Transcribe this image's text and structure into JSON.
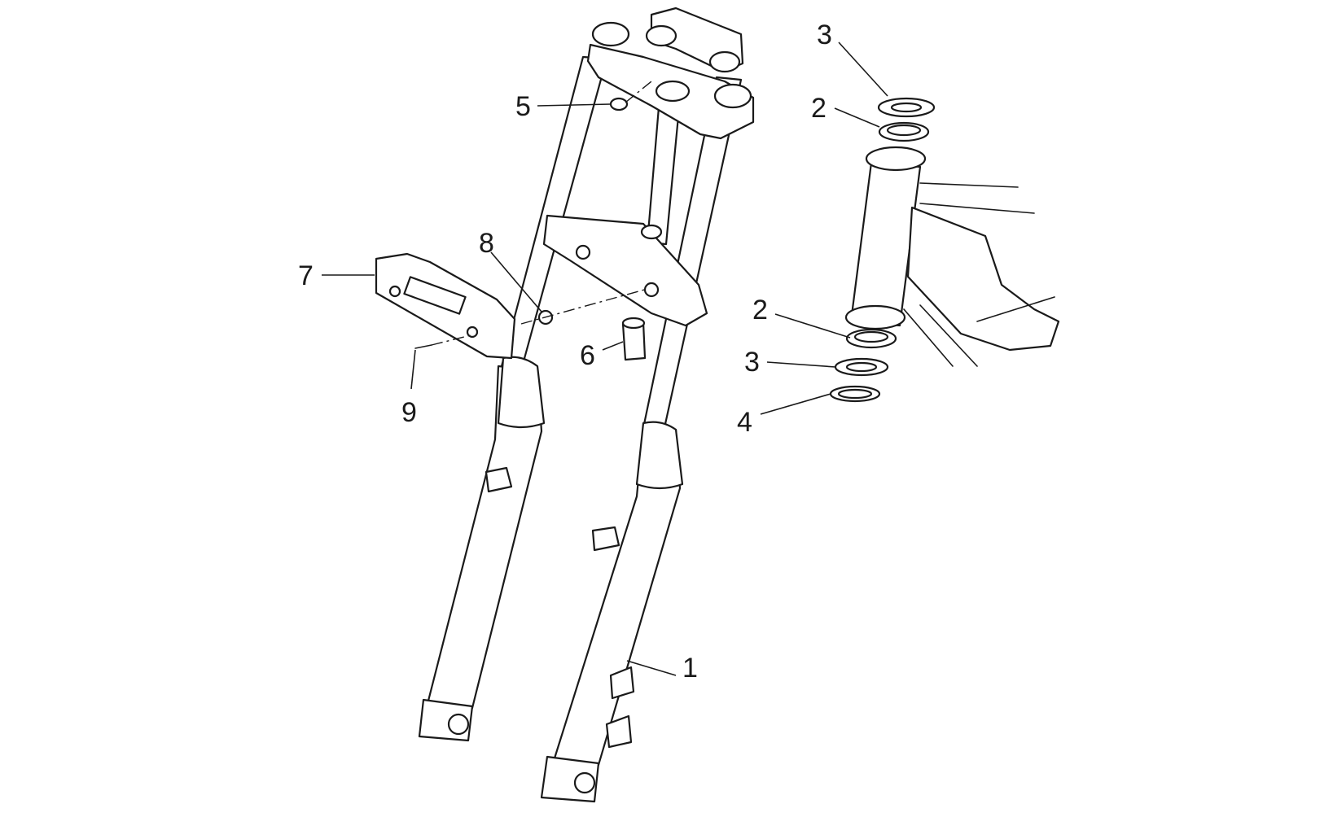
{
  "diagram": {
    "callouts": [
      {
        "id": "fork-assembly",
        "label": "1"
      },
      {
        "id": "bearing-upper",
        "label": "2"
      },
      {
        "id": "dust-seal-upper",
        "label": "3"
      },
      {
        "id": "bearing-lower",
        "label": "2"
      },
      {
        "id": "dust-seal-lower",
        "label": "3"
      },
      {
        "id": "washer",
        "label": "4"
      },
      {
        "id": "top-plug",
        "label": "5"
      },
      {
        "id": "cap",
        "label": "6"
      },
      {
        "id": "fork-cover",
        "label": "7"
      },
      {
        "id": "bushing",
        "label": "8"
      },
      {
        "id": "screw",
        "label": "9"
      }
    ]
  },
  "colors": {
    "line": "#1a1a1a",
    "background": "#ffffff"
  }
}
